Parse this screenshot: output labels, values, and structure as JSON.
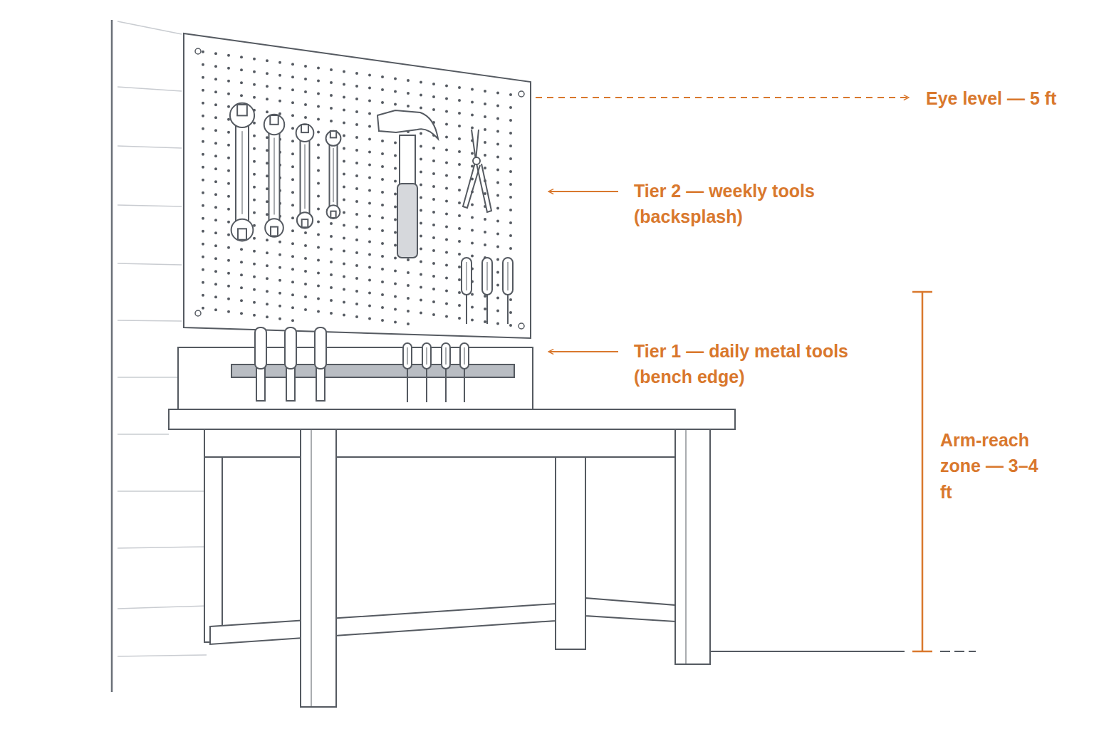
{
  "diagram": {
    "labels": [
      "Eye level — 5 ft",
      "Tier 2 — weekly tools (backsplash)",
      "Tier 1 — daily metal tools (bench edge)",
      "Arm-reach zone — 3–4 ft"
    ]
  }
}
